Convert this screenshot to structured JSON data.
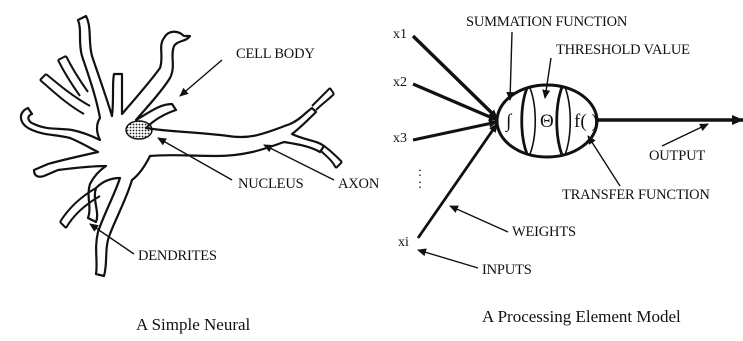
{
  "neuron": {
    "labels": {
      "cell_body": "CELL BODY",
      "nucleus": "NUCLEUS",
      "axon": "AXON",
      "dendrites": "DENDRITES"
    },
    "caption": "A Simple Neural"
  },
  "processing_element": {
    "inputs": [
      "x1",
      "x2",
      "x3",
      "xi"
    ],
    "ellipsis": ":",
    "symbols": {
      "summation": "∫",
      "threshold": "Θ",
      "transfer": "f( )"
    },
    "labels": {
      "summation_function": "SUMMATION FUNCTION",
      "threshold_value": "THRESHOLD VALUE",
      "output": "OUTPUT",
      "transfer_function": "TRANSFER FUNCTION",
      "weights": "WEIGHTS",
      "inputs": "INPUTS"
    },
    "caption": "A Processing Element Model"
  }
}
